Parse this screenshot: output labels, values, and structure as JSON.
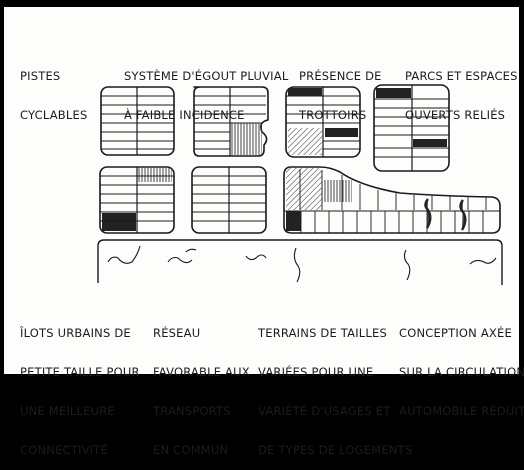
{
  "top_labels": [
    {
      "line1": "PISTES",
      "line2": "CYCLABLES"
    },
    {
      "line1": "SYSTÈME D'ÉGOUT PLUVIAL",
      "line2": "À FAIBLE INCIDENCE"
    },
    {
      "line1": "PRÉSENCE DE",
      "line2": "TROTTOIRS"
    },
    {
      "line1": "PARCS ET ESPACES",
      "line2": "OUVERTS RELIÉS"
    }
  ],
  "bottom_labels": [
    {
      "lines": [
        "ÎLOTS URBAINS DE",
        "PETITE TAILLE POUR",
        "UNE MEILLEURE",
        "CONNECTIVITÉ"
      ]
    },
    {
      "lines": [
        "RÉSEAU",
        "FAVORABLE AUX",
        "TRANSPORTS",
        "EN COMMUN"
      ]
    },
    {
      "lines": [
        "TERRAINS DE TAILLES",
        "VARIÉES POUR UNE",
        "VARIÉTÉ D'USAGES ET",
        "DE TYPES DE LOGEMENTS"
      ]
    },
    {
      "lines": [
        "CONCEPTION AXÉE",
        "SUR LA CIRCULATION",
        "AUTOMOBILE RÉDUITE"
      ]
    }
  ]
}
